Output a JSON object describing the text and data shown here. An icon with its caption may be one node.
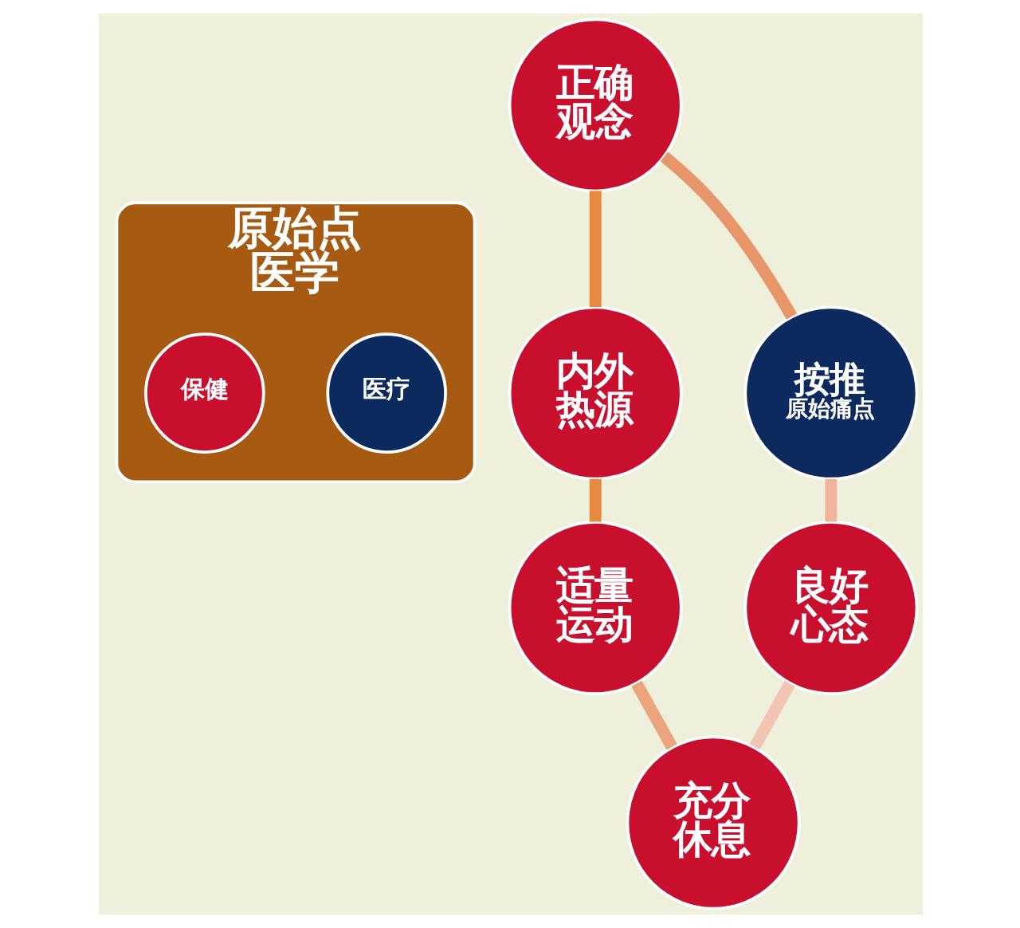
{
  "diagram": {
    "nodes": [
      {
        "text": [
          "正确观念"
        ]
      },
      {
        "text": [
          "按推",
          "原始痛点"
        ]
      },
      {
        "text": [
          "原始点",
          "医学"
        ]
      },
      {
        "text": [
          "医疗"
        ],
        "in": 2
      },
      {
        "text": [
          "保健"
        ],
        "in": 2
      },
      {
        "text": [
          "内外热源"
        ]
      },
      {
        "text": [
          "良好心态"
        ]
      },
      {
        "text": [
          "适量运动"
        ]
      },
      {
        "text": [
          "充分休息"
        ]
      }
    ],
    "edges": [
      {
        "from": 0,
        "to": 5,
        "arrow": "none",
        "color": "#e58a3f"
      },
      {
        "from": 5,
        "to": 7,
        "arrow": "none",
        "color": "#e58a3f"
      },
      {
        "from": 7,
        "to": 8,
        "arrow": "none",
        "color": "#eba47c"
      },
      {
        "from": 8,
        "to": 6,
        "arrow": "none",
        "color": "#f2c4b4"
      },
      {
        "from": 6,
        "to": 1,
        "arrow": "none",
        "color": "#efb49a"
      },
      {
        "from": 1,
        "to": 0,
        "arrow": "none",
        "color": "#e8956a"
      }
    ]
  }
}
